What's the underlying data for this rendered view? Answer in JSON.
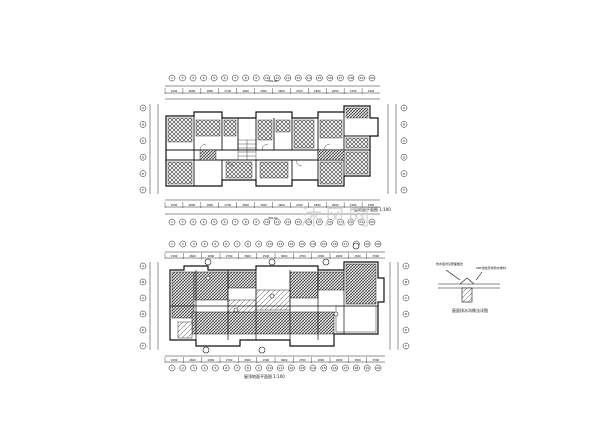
{
  "drawing": {
    "plan_top": {
      "caption": "一层地面平面图  1:100",
      "axis_labels_top": [
        "1",
        "2",
        "3",
        "4",
        "5",
        "6",
        "7",
        "8",
        "9",
        "10",
        "11",
        "12",
        "13",
        "14",
        "15",
        "16",
        "17",
        "18",
        "19",
        "20"
      ],
      "axis_labels_bottom": [
        "1",
        "2",
        "3",
        "4",
        "5",
        "6",
        "7",
        "8",
        "9",
        "10",
        "11",
        "12",
        "13",
        "14",
        "15",
        "16",
        "17",
        "18",
        "19",
        "20"
      ],
      "axis_labels_side": [
        "A",
        "B",
        "C",
        "D",
        "E",
        "F"
      ],
      "dim_top": [
        "1500",
        "2600",
        "1800",
        "2700",
        "3600",
        "1500",
        "3600",
        "2700",
        "1800",
        "2600",
        "1500",
        "3300"
      ],
      "dim_bottom": [
        "1500",
        "2600",
        "1800",
        "2700",
        "3600",
        "1500",
        "3600",
        "2700",
        "1800",
        "2600",
        "1500",
        "3300"
      ],
      "overall_dim": "38100"
    },
    "plan_bottom": {
      "caption": "屋顶地面平面图  1:100",
      "axis_labels_top": [
        "1",
        "2",
        "3",
        "4",
        "5",
        "6",
        "7",
        "8",
        "9",
        "10",
        "11",
        "12",
        "13",
        "14",
        "15",
        "16",
        "17",
        "18",
        "19",
        "20"
      ],
      "axis_labels_bottom": [
        "1",
        "2",
        "3",
        "4",
        "5",
        "6",
        "7",
        "8",
        "9",
        "10",
        "11",
        "12",
        "13",
        "14",
        "15",
        "16",
        "17",
        "18",
        "19",
        "20"
      ],
      "axis_labels_side": [
        "A",
        "B",
        "C",
        "D",
        "E",
        "F"
      ],
      "dim_top": [
        "1500",
        "2600",
        "1800",
        "2700",
        "3600",
        "1500",
        "3600",
        "2700",
        "1800",
        "2600",
        "1500",
        "3300"
      ],
      "dim_bottom": [
        "1500",
        "2600",
        "1800",
        "2700",
        "3600",
        "1500",
        "3600",
        "2700",
        "1800",
        "2600",
        "1500",
        "3300"
      ],
      "overall_dim": "38100"
    },
    "detail": {
      "caption": "屋面排水沟做法详图",
      "notes": [
        "防水层详见屋面做法",
        "SBS改性沥青防水卷材"
      ]
    },
    "watermark": "沐风网"
  },
  "colors": {
    "line": "#222222",
    "hatch": "#3a3a3a",
    "watermark": "#cfcfcf"
  }
}
